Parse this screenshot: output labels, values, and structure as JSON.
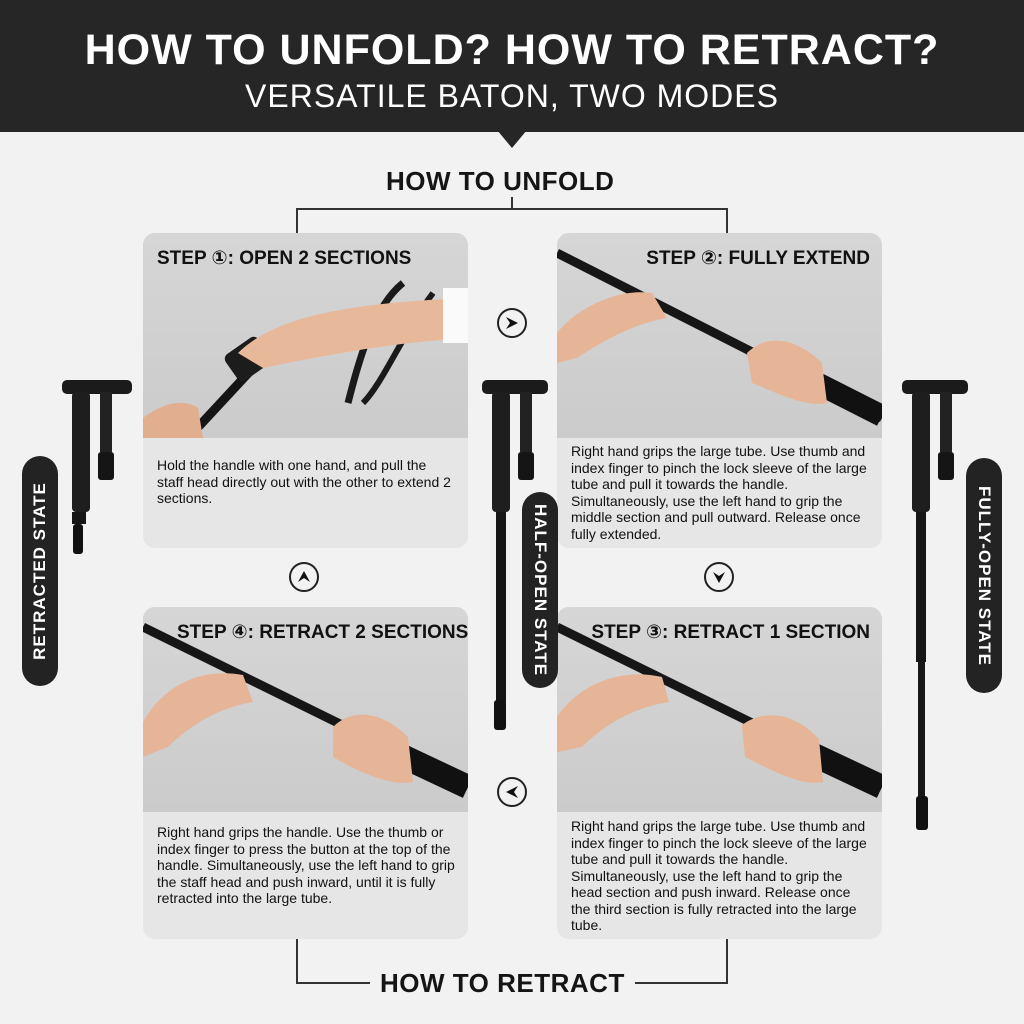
{
  "header": {
    "title": "HOW TO UNFOLD? HOW TO RETRACT?",
    "subtitle": "VERSATILE BATON, TWO MODES"
  },
  "sections": {
    "unfold": "HOW TO UNFOLD",
    "retract": "HOW TO RETRACT"
  },
  "states": {
    "retracted": "RETRACTED STATE",
    "half_open": "HALF-OPEN STATE",
    "fully_open": "FULLY-OPEN STATE"
  },
  "steps": [
    {
      "title": "STEP ①: OPEN 2 SECTIONS",
      "text": "Hold the handle with one hand, and pull the staff head directly out with the other to extend 2 sections."
    },
    {
      "title": "STEP ②: FULLY EXTEND",
      "text": "Right hand grips the large tube. Use thumb and index finger to pinch the lock sleeve of the large tube and pull it towards the handle. Simultaneously, use the left hand to grip the middle section and pull outward. Release once fully extended."
    },
    {
      "title": "STEP ③: RETRACT 1 SECTION",
      "text": "Right hand grips the large tube. Use thumb and index finger to pinch the lock sleeve of the large tube and pull it towards the handle. Simultaneously, use the left hand to grip the head section and push inward. Release once the third section is fully retracted into the large tube."
    },
    {
      "title": "STEP ④: RETRACT 2 SECTIONS",
      "text": "Right hand grips the handle. Use the thumb or index finger to press the button at the top of the handle. Simultaneously, use the left hand to grip the staff head and push inward, until it is fully retracted into the large tube."
    }
  ],
  "icons": {
    "right": "arrow-right-icon",
    "down": "arrow-down-icon",
    "left": "arrow-left-icon",
    "up": "arrow-up-icon"
  },
  "colors": {
    "banner": "#262626",
    "background": "#f2f2f2",
    "card": "#e6e6e6",
    "pill": "#232323"
  }
}
